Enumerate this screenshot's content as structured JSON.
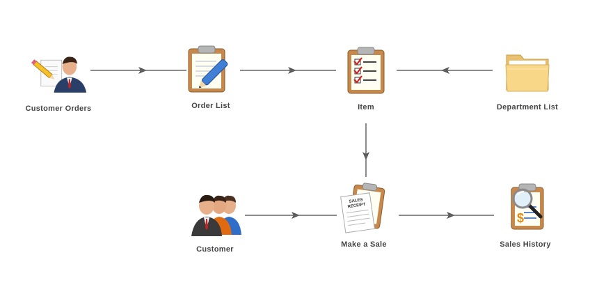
{
  "nodes": {
    "customer_orders": {
      "label": "Customer Orders",
      "icon": "customer-orders-icon"
    },
    "order_list": {
      "label": "Order List",
      "icon": "clipboard-pen-icon"
    },
    "item": {
      "label": "Item",
      "icon": "checklist-clipboard-icon"
    },
    "department_list": {
      "label": "Department List",
      "icon": "folder-icon"
    },
    "customer": {
      "label": "Customer",
      "icon": "customers-group-icon"
    },
    "make_a_sale": {
      "label": "Make a Sale",
      "icon": "sales-receipt-icon"
    },
    "sales_history": {
      "label": "Sales History",
      "icon": "magnifier-clipboard-icon"
    }
  },
  "receipt_text": {
    "line1": "SALES",
    "line2": "RECEIPT"
  },
  "colors": {
    "arrow": "#555555",
    "label": "#444444"
  }
}
